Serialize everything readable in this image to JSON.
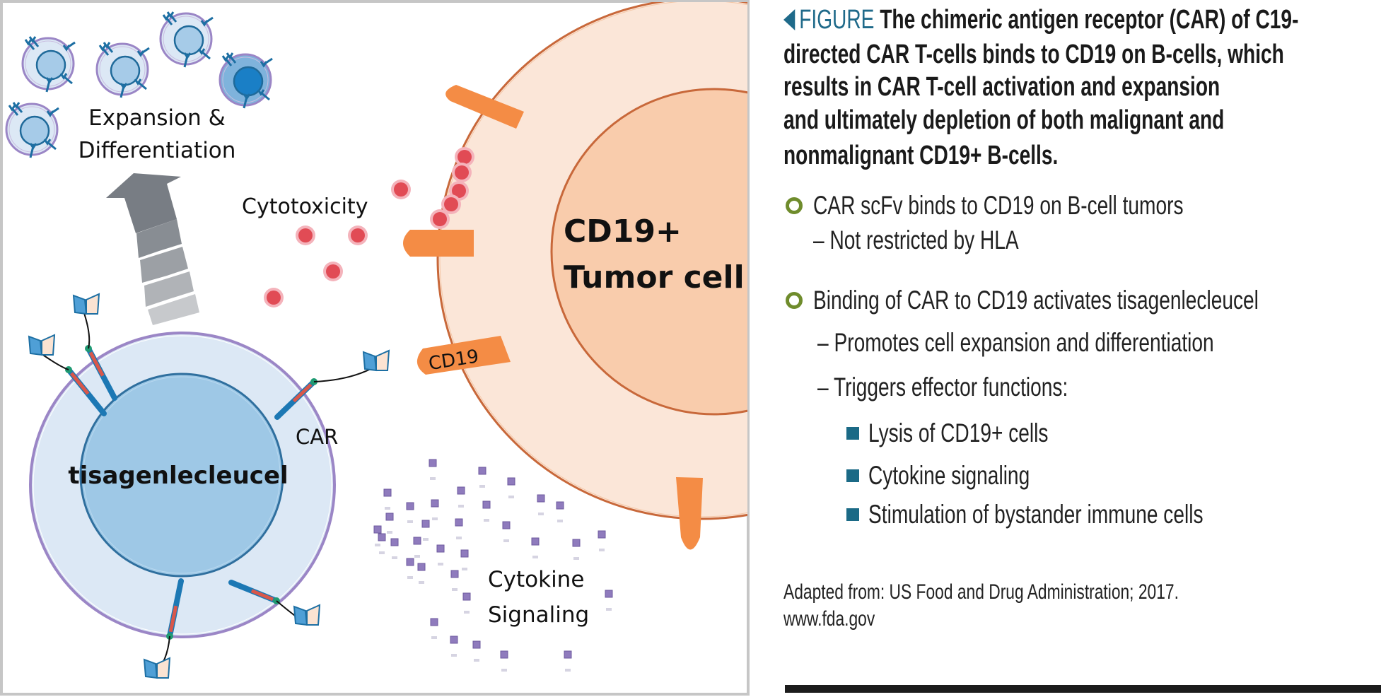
{
  "figure": {
    "labels": {
      "expansion_line1": "Expansion &",
      "expansion_line2": "Differentiation",
      "cytotoxicity": "Cytotoxicity",
      "tumor_line1": "CD19+",
      "tumor_line2": "Tumor cell",
      "cd19": "CD19",
      "car": "CAR",
      "tcell": "tisagenlecleucel",
      "cytokine_line1": "Cytokine",
      "cytokine_line2": "Signaling"
    },
    "colors": {
      "tcell_cytoplasm": "#dce8f5",
      "tcell_nucleus": "#9ec8e6",
      "tcell_membrane": "#9b86c6",
      "tumor_cytoplasm": "#fbe6d8",
      "tumor_nucleus": "#f9ccac",
      "tumor_membrane": "#c8683a",
      "cd19_antigen": "#f48c45",
      "granule": "#e14b55",
      "granule_halo": "#f4b3bb",
      "cytokine": "#8f7bbd",
      "arrow": "#7a7f86",
      "car_blue": "#1c78b4",
      "car_red": "#d9574a",
      "car_green": "#1f9a72"
    }
  },
  "caption": {
    "figure_label": "FIGURE",
    "title_lines": [
      "The chimeric antigen receptor (CAR) of C19-",
      "directed CAR T-cells binds to CD19 on B-cells, which",
      "results in CAR T-cell activation and expansion",
      "and ultimately depletion of both malignant and",
      "nonmalignant CD19+ B-cells."
    ],
    "bullets": [
      {
        "text": "CAR scFv binds to CD19 on B-cell tumors",
        "sub": [
          "– Not restricted by HLA"
        ]
      },
      {
        "text": "Binding of CAR to CD19 activates tisagenlecleucel",
        "sub": [
          "– Promotes cell expansion and differentiation",
          "– Triggers effector functions:"
        ],
        "subsub": [
          "Lysis of CD19+ cells",
          "Cytokine signaling",
          "Stimulation of bystander immune cells"
        ]
      }
    ],
    "source_lines": [
      "Adapted from: US Food and Drug Administration; 2017.",
      "www.fda.gov"
    ]
  }
}
